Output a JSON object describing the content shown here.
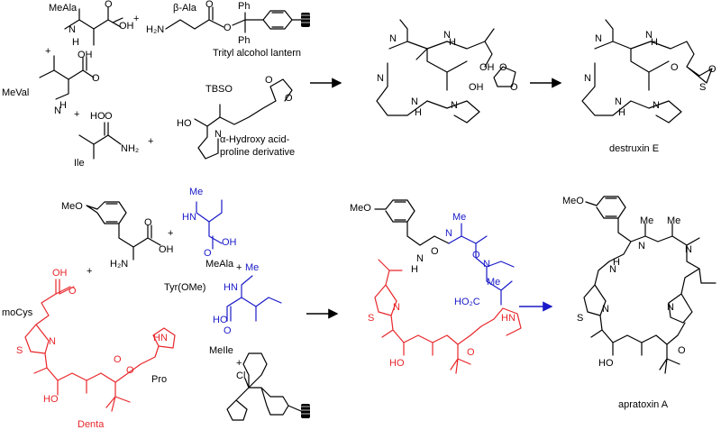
{
  "scheme_top": {
    "reagents": {
      "meala_label": "MeAla",
      "beta_ala_label": "β-Ala",
      "mev_label": "MeVal",
      "ile_label": "Ile",
      "ph_label": "Ph",
      "trityl_caption": "Trityl alcohol lantern",
      "hydroxy_acid_caption_line1": "α-Hydroxy acid-",
      "hydroxy_acid_caption_line2": "proline derivative",
      "tbso": "TBSO",
      "plus": "+"
    },
    "intermediate": {
      "oh": "OH"
    },
    "product_caption": "destruxin E"
  },
  "scheme_bottom": {
    "reagents": {
      "meo": "MeO",
      "tyr_label": "Tyr(OMe)",
      "meala_label": "MeAla",
      "meile_label": "MeIle",
      "mocys_label": "moCys",
      "pro_label": "Pro",
      "denta_label": "Denta",
      "cl": "Cl",
      "plus": "+"
    },
    "intermediate": {
      "meo": "MeO",
      "ho2c": "HO₂C"
    },
    "product_caption": "apratoxin A"
  },
  "atoms": {
    "N": "N",
    "H": "H",
    "O": "O",
    "S": "S",
    "OH": "OH",
    "HO": "HO",
    "NH": "NH",
    "HN": "HN",
    "NH2": "NH₂",
    "H2N": "H₂N",
    "Me": "Me",
    "S_abs": "S"
  },
  "colors": {
    "red_fragments": "#e8262a",
    "blue_fragments": "#1a1ac8",
    "black": "#000000"
  }
}
